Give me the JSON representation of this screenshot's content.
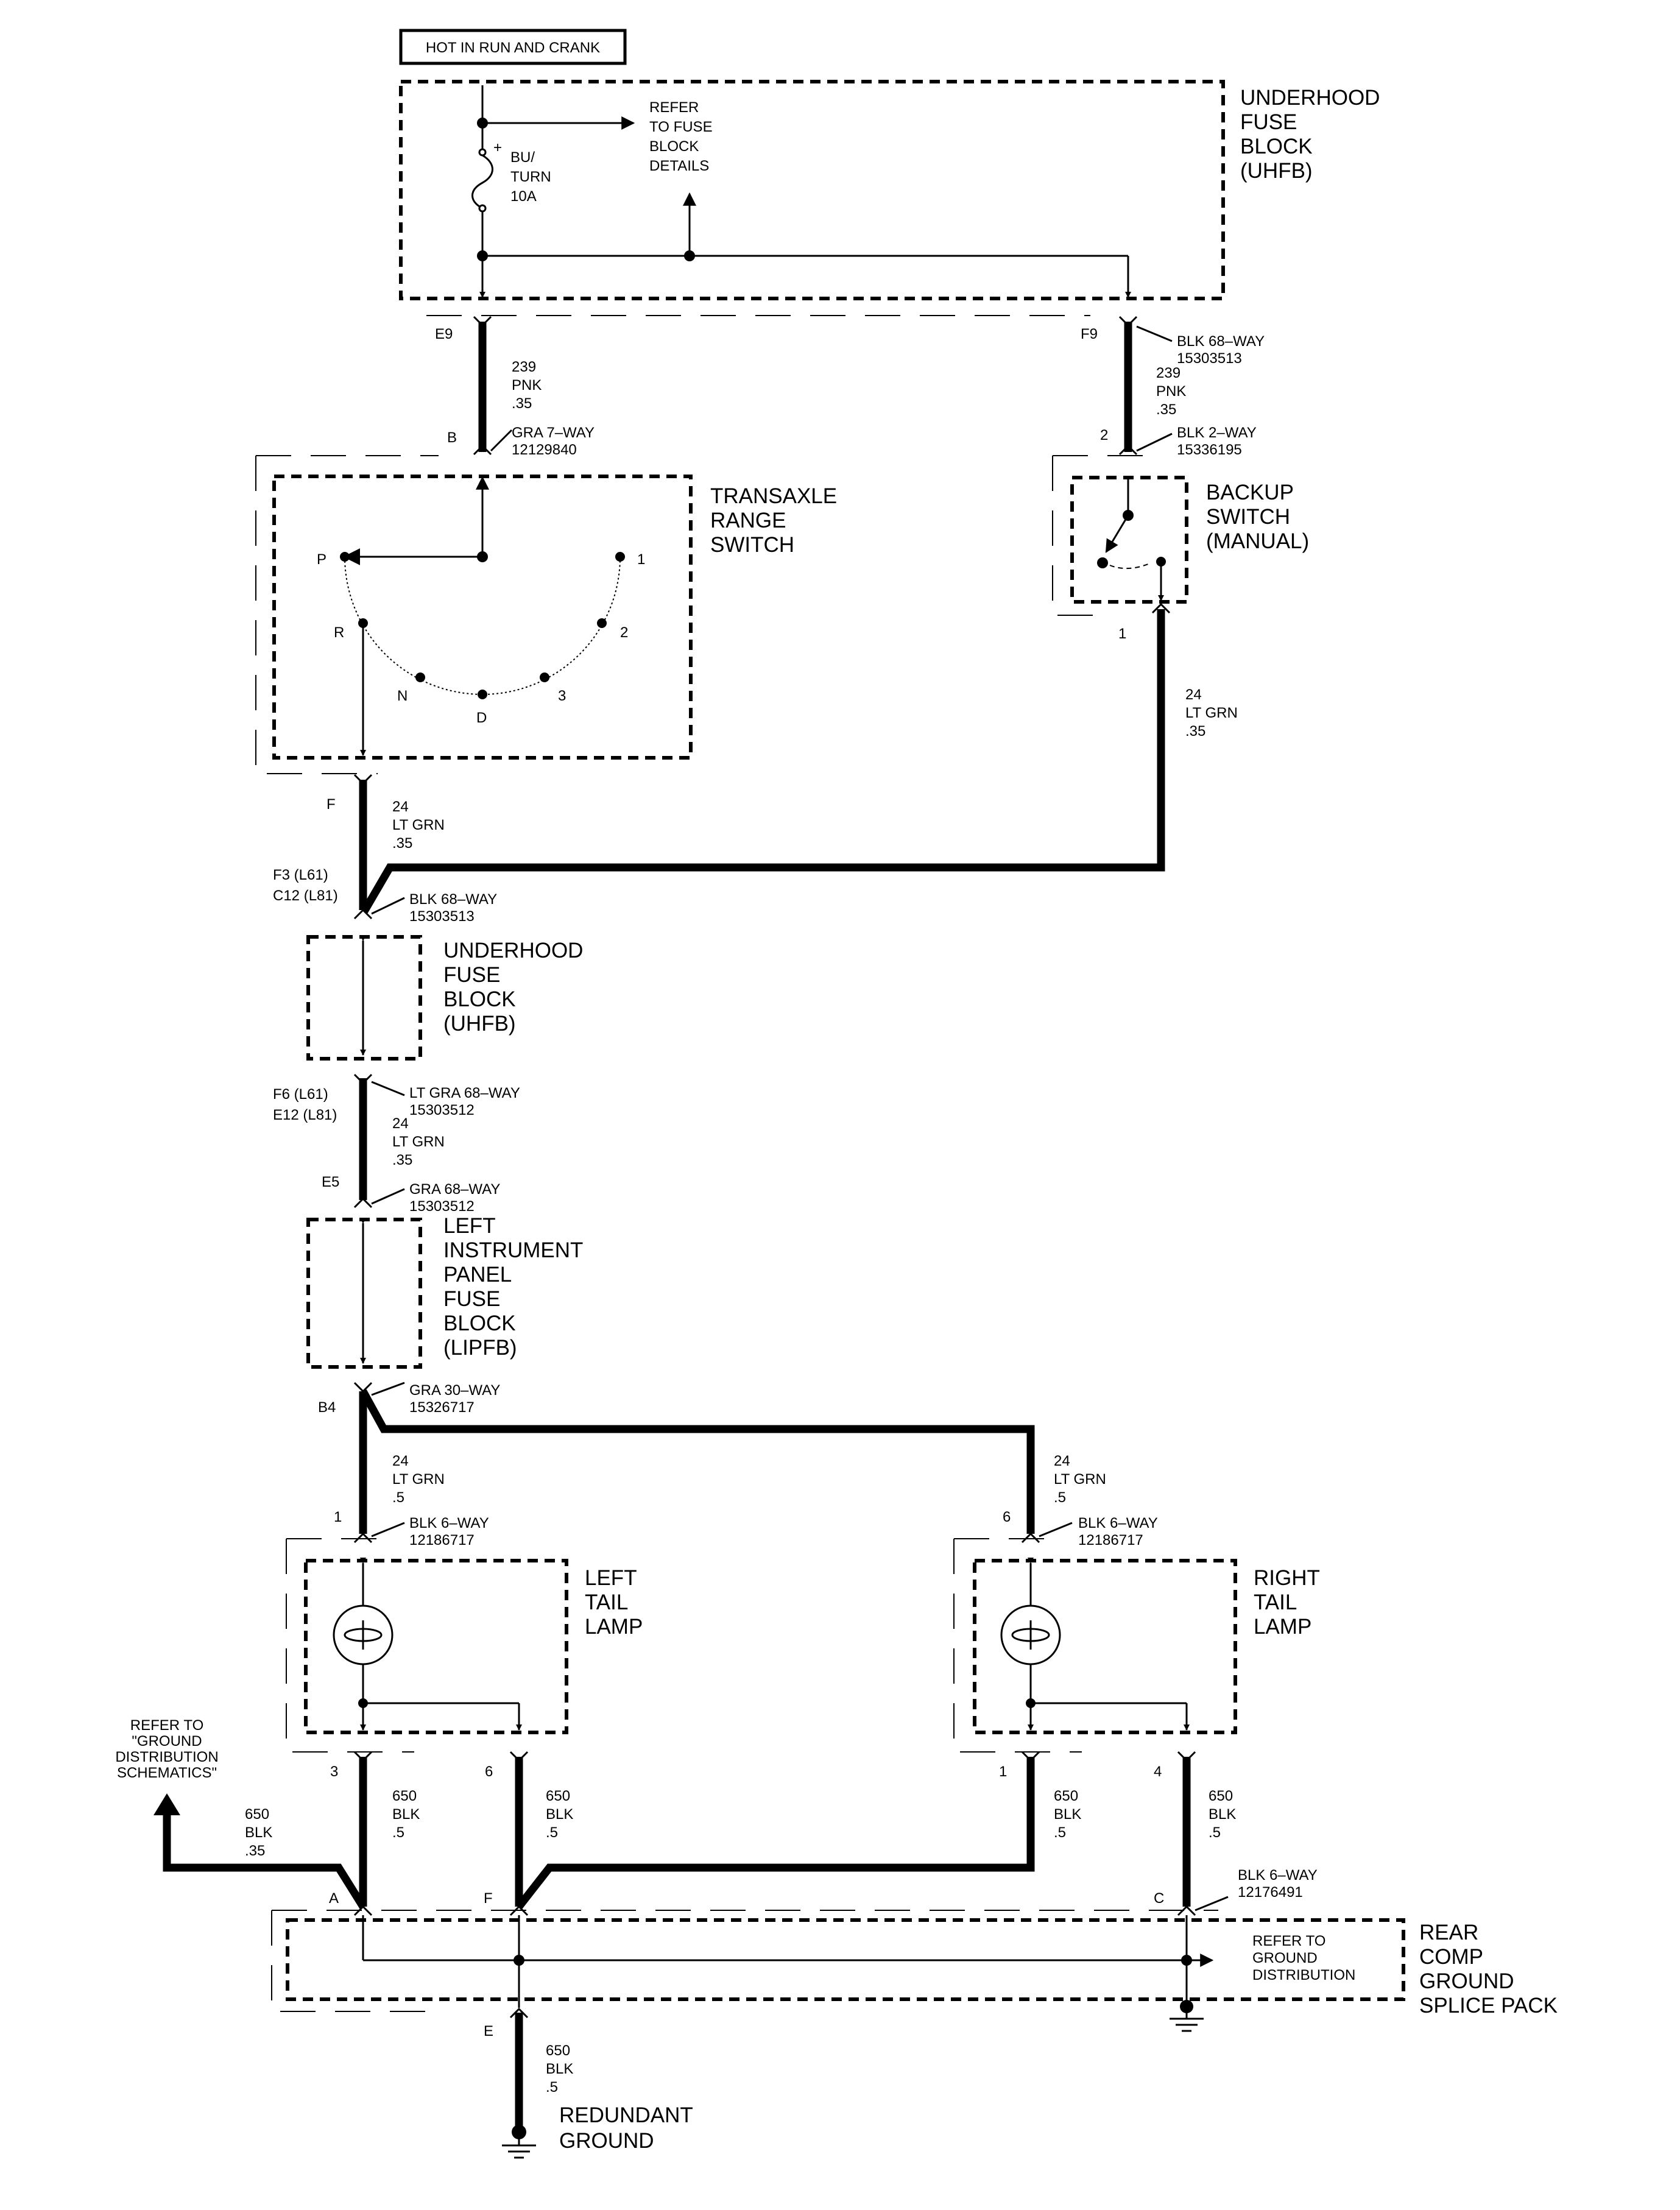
{
  "header": {
    "hot_label": "HOT IN RUN AND CRANK"
  },
  "uhfb_top": {
    "title": [
      "UNDERHOOD",
      "FUSE",
      "BLOCK",
      "(UHFB)"
    ],
    "refer": [
      "REFER",
      "TO FUSE",
      "BLOCK",
      "DETAILS"
    ],
    "fuse": [
      "BU/",
      "TURN",
      "10A"
    ]
  },
  "wires": {
    "e9": {
      "pin": "E9",
      "wire": [
        "239",
        "PNK",
        ".35"
      ]
    },
    "f9": {
      "pin": "F9",
      "conn": [
        "BLK 68–WAY",
        "15303513"
      ],
      "wire": [
        "239",
        "PNK",
        ".35"
      ]
    },
    "b": {
      "pin": "B",
      "conn": [
        "GRA 7–WAY",
        "12129840"
      ]
    },
    "p2": {
      "pin": "2",
      "conn": [
        "BLK 2–WAY",
        "15336195"
      ]
    },
    "p1": {
      "pin": "1",
      "wire": [
        "24",
        "LT GRN",
        ".35"
      ]
    },
    "f": {
      "pin": "F",
      "wire": [
        "24",
        "LT GRN",
        ".35"
      ]
    },
    "f3": {
      "pin": [
        "F3 (L61)",
        "C12 (L81)"
      ],
      "conn": [
        "BLK 68–WAY",
        "15303513"
      ]
    },
    "f6": {
      "pin": [
        "F6 (L61)",
        "E12 (L81)"
      ],
      "conn": [
        "LT GRA 68–WAY",
        "15303512"
      ],
      "wire": [
        "24",
        "LT GRN",
        ".35"
      ]
    },
    "e5": {
      "pin": "E5",
      "conn": [
        "GRA 68–WAY",
        "15303512"
      ]
    },
    "b4": {
      "pin": "B4",
      "conn": [
        "GRA 30–WAY",
        "15326717"
      ]
    },
    "left_feed": {
      "pin": "1",
      "wire": [
        "24",
        "LT GRN",
        ".5"
      ],
      "conn": [
        "BLK 6–WAY",
        "12186717"
      ]
    },
    "right_feed": {
      "pin": "6",
      "wire": [
        "24",
        "LT GRN",
        ".5"
      ],
      "conn": [
        "BLK 6–WAY",
        "12186717"
      ]
    },
    "gnd3": {
      "pin": "3",
      "wire": [
        "650",
        "BLK",
        ".5"
      ]
    },
    "gnd6": {
      "pin": "6",
      "wire": [
        "650",
        "BLK",
        ".5"
      ]
    },
    "gnd1": {
      "pin": "1",
      "wire": [
        "650",
        "BLK",
        ".5"
      ]
    },
    "gnd4": {
      "pin": "4",
      "wire": [
        "650",
        "BLK",
        ".5"
      ]
    },
    "gnd_left": {
      "wire": [
        "650",
        "BLK",
        ".35"
      ]
    },
    "splice_conn": {
      "conn": [
        "BLK 6–WAY",
        "12176491"
      ]
    },
    "splice_pins": {
      "a": "A",
      "f": "F",
      "c": "C",
      "e": "E"
    },
    "redundant": {
      "wire": [
        "650",
        "BLK",
        ".5"
      ]
    }
  },
  "components": {
    "trs": {
      "title": [
        "TRANSAXLE",
        "RANGE",
        "SWITCH"
      ],
      "positions": {
        "p": "P",
        "r": "R",
        "n": "N",
        "d": "D",
        "three": "3",
        "two": "2",
        "one": "1"
      }
    },
    "backup": {
      "title": [
        "BACKUP",
        "SWITCH",
        "(MANUAL)"
      ]
    },
    "uhfb_mid": {
      "title": [
        "UNDERHOOD",
        "FUSE",
        "BLOCK",
        "(UHFB)"
      ]
    },
    "lipfb": {
      "title": [
        "LEFT",
        "INSTRUMENT",
        "PANEL",
        "FUSE",
        "BLOCK",
        "(LIPFB)"
      ]
    },
    "left_tail": {
      "title": [
        "LEFT",
        "TAIL",
        "LAMP"
      ]
    },
    "right_tail": {
      "title": [
        "RIGHT",
        "TAIL",
        "LAMP"
      ]
    },
    "splice": {
      "title": [
        "REAR",
        "COMP",
        "GROUND",
        "SPLICE PACK"
      ],
      "refer": [
        "REFER TO",
        "GROUND",
        "DISTRIBUTION"
      ]
    },
    "ground_refer": {
      "text": [
        "REFER TO",
        "\"GROUND",
        "DISTRIBUTION",
        "SCHEMATICS\""
      ]
    },
    "redundant_ground": {
      "title": [
        "REDUNDANT",
        "GROUND"
      ]
    }
  }
}
